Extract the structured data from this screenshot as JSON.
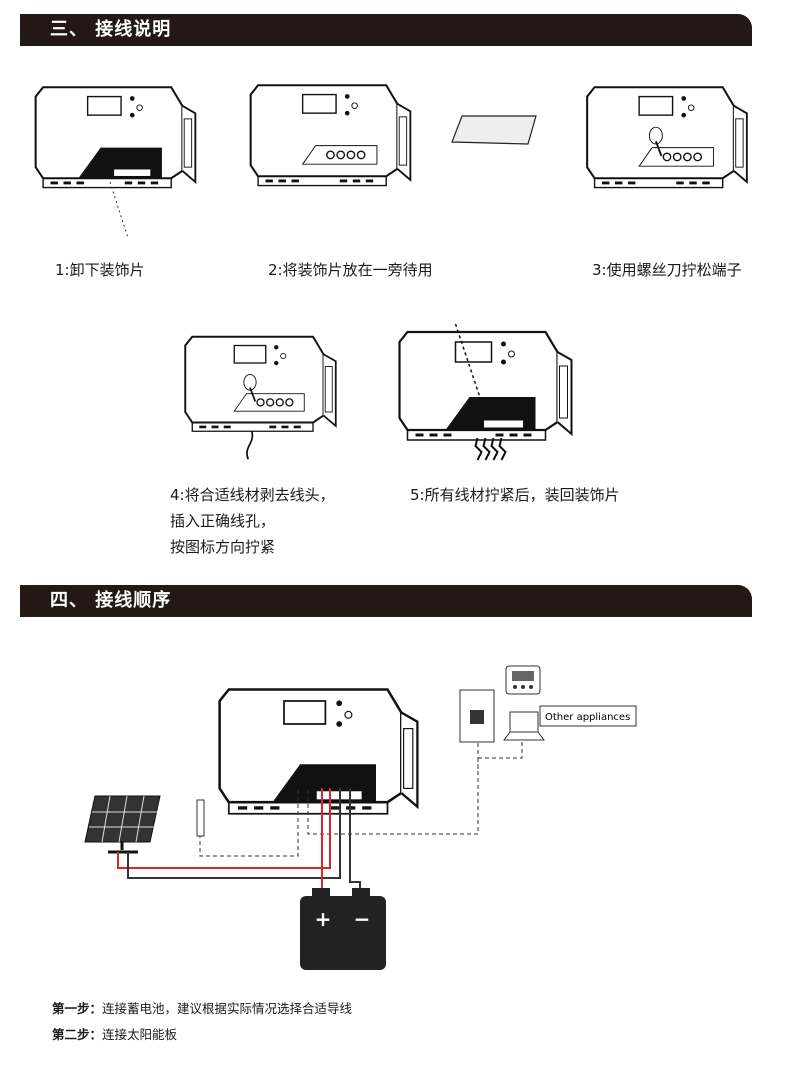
{
  "section3": {
    "title": "三、 接线说明",
    "steps": [
      {
        "caption": "1:卸下装饰片"
      },
      {
        "caption": "2:将装饰片放在一旁待用"
      },
      {
        "caption": "3:使用螺丝刀拧松端子"
      },
      {
        "lines": [
          "4:将合适线材剥去线头，",
          "插入正确线孔，",
          "按图标方向拧紧"
        ]
      },
      {
        "caption": "5:所有线材拧紧后，装回装饰片"
      }
    ]
  },
  "section4": {
    "title": "四、 接线顺序",
    "diagram": {
      "appliances_label": "Other appliances",
      "battery_plus": "+",
      "battery_minus": "−"
    },
    "notes": [
      {
        "label": "第一步：",
        "text": "连接蓄电池，建议根据实际情况选择合适导线"
      },
      {
        "label": "第二步：",
        "text": "连接太阳能板"
      }
    ]
  },
  "colors": {
    "header_bg": "#231815",
    "wire_red": "#d8282d"
  }
}
